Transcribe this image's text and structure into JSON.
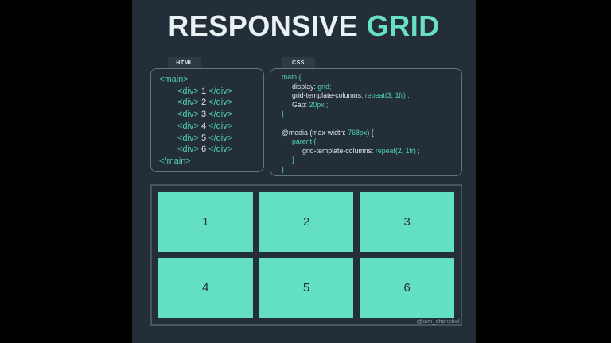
{
  "title": {
    "part1": "RESPONSIVE",
    "part2": "GRID"
  },
  "colors": {
    "background": "#000000",
    "canvas_bg": "#232e38",
    "accent_mint": "#68e0c2",
    "code_teal": "#4fd3b2",
    "code_light": "#dde8ec",
    "cell_bg": "#63dfc1",
    "cell_text": "#243039"
  },
  "panels": {
    "html": {
      "tab_label": "HTML",
      "lines": [
        {
          "indent": 0,
          "tokens": [
            {
              "t": "<main>",
              "c": "tag"
            }
          ]
        },
        {
          "indent": 1,
          "tokens": [
            {
              "t": "<div>",
              "c": "tag"
            },
            {
              "t": " 1 ",
              "c": "plain"
            },
            {
              "t": "</div>",
              "c": "tag"
            }
          ]
        },
        {
          "indent": 1,
          "tokens": [
            {
              "t": "<div>",
              "c": "tag"
            },
            {
              "t": " 2 ",
              "c": "plain"
            },
            {
              "t": "</div>",
              "c": "tag"
            }
          ]
        },
        {
          "indent": 1,
          "tokens": [
            {
              "t": "<div>",
              "c": "tag"
            },
            {
              "t": " 3 ",
              "c": "plain"
            },
            {
              "t": "</div>",
              "c": "tag"
            }
          ]
        },
        {
          "indent": 1,
          "tokens": [
            {
              "t": "<div>",
              "c": "tag"
            },
            {
              "t": " 4 ",
              "c": "plain"
            },
            {
              "t": "</div>",
              "c": "tag"
            }
          ]
        },
        {
          "indent": 1,
          "tokens": [
            {
              "t": "<div>",
              "c": "tag"
            },
            {
              "t": " 5 ",
              "c": "plain"
            },
            {
              "t": "</div>",
              "c": "tag"
            }
          ]
        },
        {
          "indent": 1,
          "tokens": [
            {
              "t": "<div>",
              "c": "tag"
            },
            {
              "t": " 6 ",
              "c": "plain"
            },
            {
              "t": "</div>",
              "c": "tag"
            }
          ]
        },
        {
          "indent": 0,
          "tokens": [
            {
              "t": "</main>",
              "c": "tag"
            }
          ]
        }
      ]
    },
    "css": {
      "tab_label": "CSS",
      "lines": [
        {
          "indent": 0,
          "tokens": [
            {
              "t": "main {",
              "c": "tag"
            }
          ]
        },
        {
          "indent": 1,
          "tokens": [
            {
              "t": "display: ",
              "c": "plain"
            },
            {
              "t": "grid;",
              "c": "tag"
            }
          ]
        },
        {
          "indent": 1,
          "tokens": [
            {
              "t": "grid-template-columns: ",
              "c": "plain"
            },
            {
              "t": "repeat(3, 1fr) ;",
              "c": "tag"
            }
          ]
        },
        {
          "indent": 1,
          "tokens": [
            {
              "t": "Gap: ",
              "c": "plain"
            },
            {
              "t": "20px ;",
              "c": "tag"
            }
          ]
        },
        {
          "indent": 0,
          "tokens": [
            {
              "t": "}",
              "c": "tag"
            }
          ]
        },
        {
          "indent": 0,
          "tokens": []
        },
        {
          "indent": 0,
          "tokens": [
            {
              "t": "@media (max-width: ",
              "c": "plain"
            },
            {
              "t": "768px",
              "c": "tag"
            },
            {
              "t": ") {",
              "c": "plain"
            }
          ]
        },
        {
          "indent": 1,
          "tokens": [
            {
              "t": "parent {",
              "c": "tag"
            }
          ]
        },
        {
          "indent": 2,
          "tokens": [
            {
              "t": "grid-template-columns: ",
              "c": "plain"
            },
            {
              "t": "repeat(2, 1fr) ;",
              "c": "tag"
            }
          ]
        },
        {
          "indent": 1,
          "tokens": [
            {
              "t": "}",
              "c": "tag"
            }
          ]
        },
        {
          "indent": 0,
          "tokens": [
            {
              "t": "}",
              "c": "tag"
            }
          ]
        }
      ]
    }
  },
  "grid": {
    "cells": [
      "1",
      "2",
      "3",
      "4",
      "5",
      "6"
    ]
  },
  "watermark": "@iam_chonchol"
}
